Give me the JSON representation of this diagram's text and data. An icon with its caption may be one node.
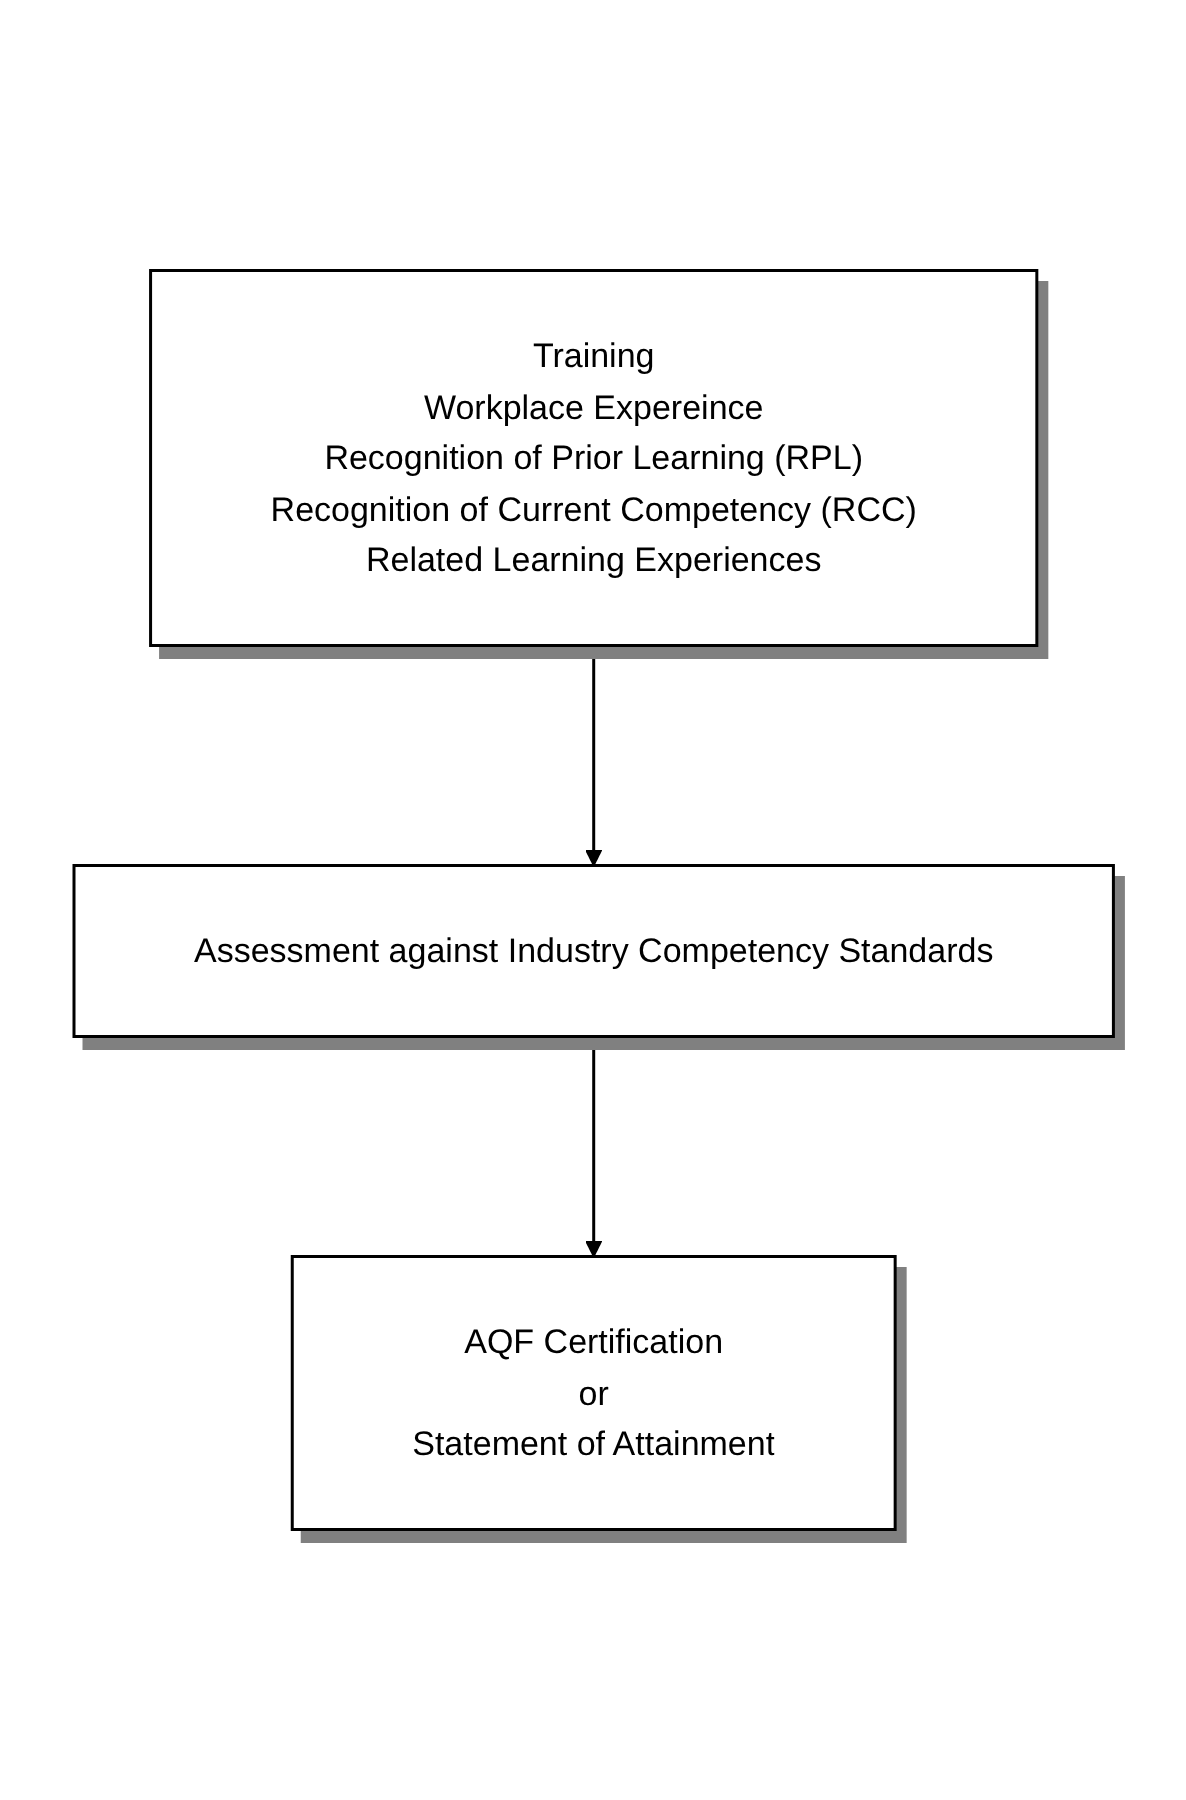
{
  "diagram": {
    "nodes": [
      {
        "text": [
          "Training",
          "Workplace Expereince",
          "Recognition of Prior Learning (RPL)",
          "Recognition of Current Competency (RCC)",
          "Related Learning Experiences"
        ]
      },
      {
        "text": [
          "Assessment against Industry Competency Standards"
        ]
      },
      {
        "text": [
          "AQF Certification",
          "or",
          "Statement of Attainment"
        ]
      }
    ],
    "edges": [
      {
        "from": 0,
        "to": 1,
        "arrow": "to"
      },
      {
        "from": 1,
        "to": 2,
        "arrow": "to"
      }
    ]
  }
}
